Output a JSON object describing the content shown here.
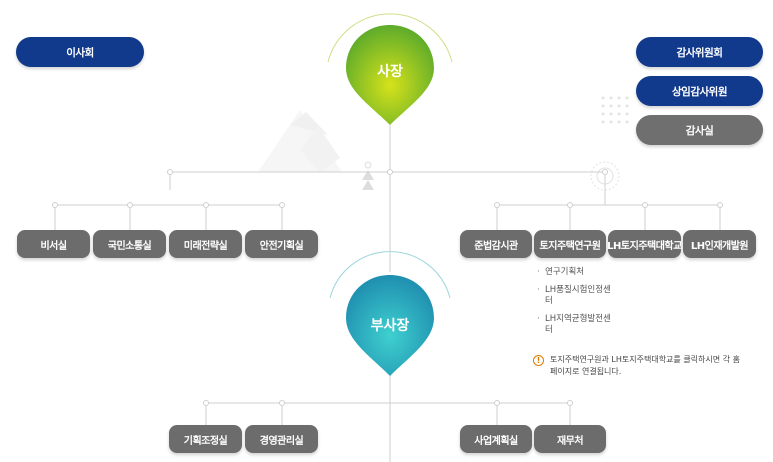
{
  "top_left": {
    "board": "이사회"
  },
  "top_right": {
    "audit_committee": "감사위원회",
    "standing_auditor": "상임감사위원",
    "audit_office": "감사실"
  },
  "ceo": {
    "label": "사장"
  },
  "vice": {
    "label": "부사장"
  },
  "ceo_units": [
    "비서실",
    "국민소통실",
    "미래전략실",
    "안전기획실"
  ],
  "ceo_units_right": [
    "준법감시관",
    "토지주택연구원",
    "LH토지주택대학교",
    "LH인재개발원"
  ],
  "research_sub": [
    "연구기획처",
    "LH품질시험인정센터",
    "LH지역균형발전센터"
  ],
  "notice": {
    "text": "토지주택연구원과 LH토지주택대학교를 클릭하시면 각 홈페이지로 연결됩니다.",
    "icon": "exclamation-icon"
  },
  "vice_units": [
    "기획조정실",
    "경영관리실",
    "사업계획실",
    "재무처"
  ],
  "colors": {
    "navy": "#123a8c",
    "gray": "#6c6c6c",
    "green": "#8cc51e",
    "teal": "#1fb3bf"
  }
}
